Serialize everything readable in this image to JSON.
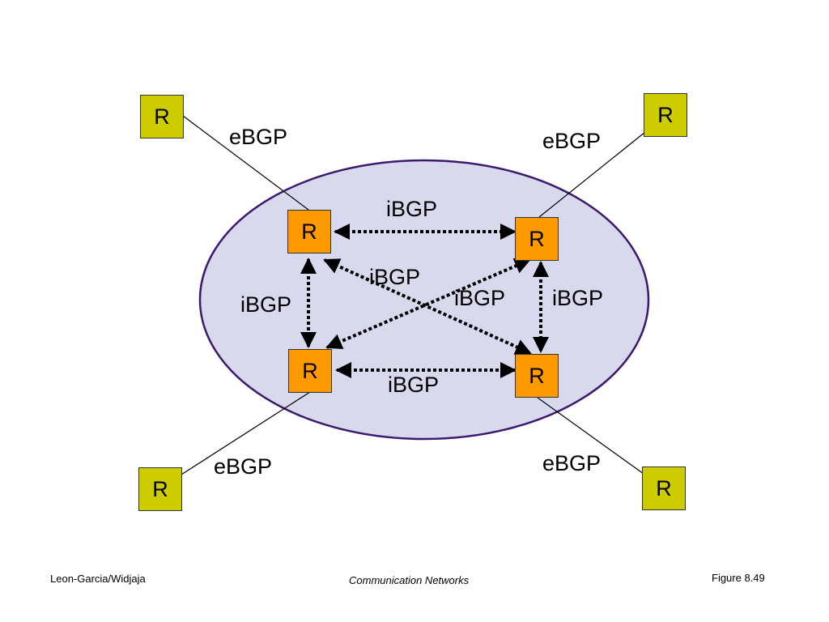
{
  "diagram": {
    "router_label": "R",
    "ebgp_label": "eBGP",
    "ibgp_label": "iBGP",
    "colors": {
      "as_fill": "#d9d9ee",
      "as_border": "#3b1a6e",
      "inner_router": "#ff9900",
      "outer_router": "#cccc00",
      "link": "#000000"
    }
  },
  "footer": {
    "author": "Leon-Garcia/Widjaja",
    "book": "Communication Networks",
    "figure": "Figure 8.49"
  }
}
